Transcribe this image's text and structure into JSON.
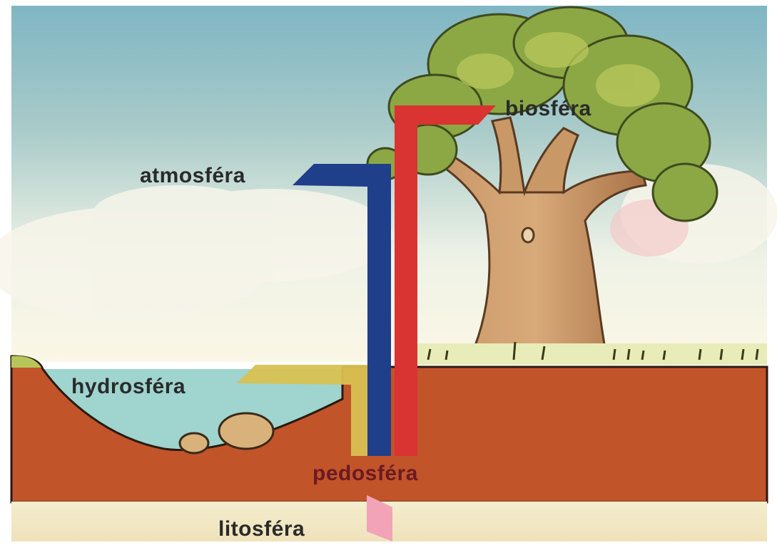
{
  "labels": {
    "atmosfera": "atmosféra",
    "biosfera": "biosféra",
    "hydrosfera": "hydrosféra",
    "pedosfera": "pedosféra",
    "litosfera": "litosféra"
  },
  "colors": {
    "atmosphere_bar": "#1f3f8a",
    "biosphere_bar": "#d93332",
    "hydrosphere_bar": "#d8c152",
    "lithosphere_bar": "#f2a3b7",
    "soil": "#c2542a",
    "water": "#9fd4cf",
    "sky_top": "#7fb6c4",
    "bedrock": "#f1e8c1",
    "label_text": "#2a2a2a",
    "pedo_text": "#6b1a22"
  }
}
